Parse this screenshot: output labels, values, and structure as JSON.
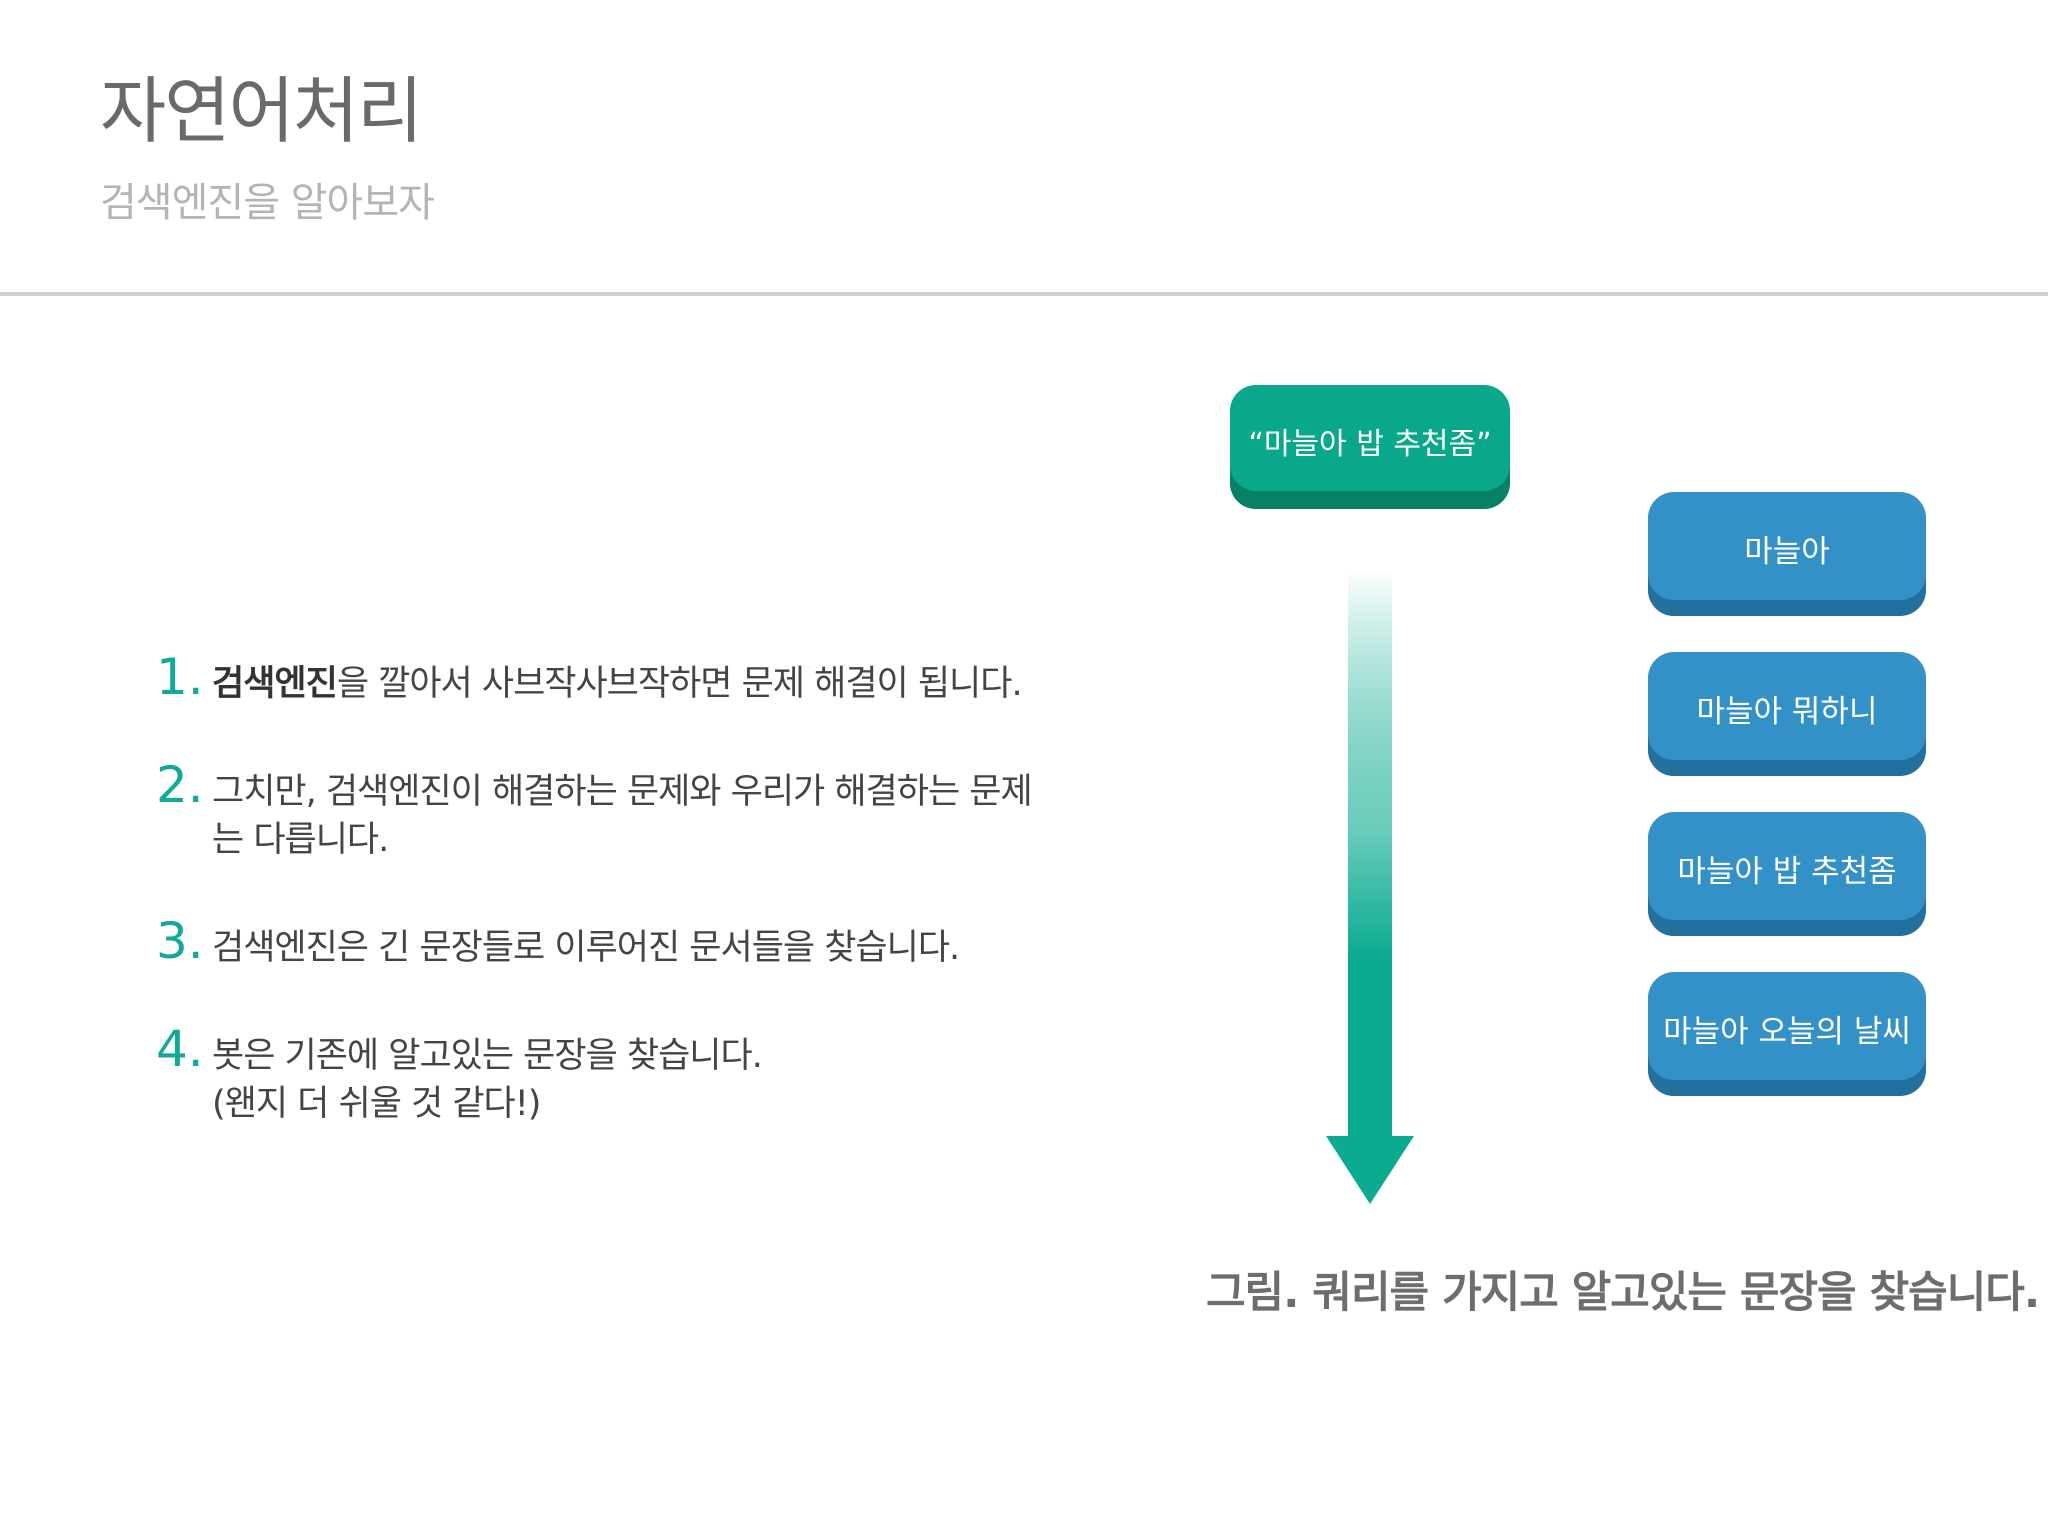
{
  "header": {
    "title": "자연어처리",
    "subtitle": "검색엔진을 알아보자"
  },
  "list": [
    {
      "number": "1.",
      "bold": "검색엔진",
      "text": "을 깔아서 사브작사브작하면 문제 해결이 됩니다."
    },
    {
      "number": "2.",
      "line1": "그치만, 검색엔진이 해결하는 문제와 우리가 해결하는 문제",
      "line2": "는 다릅니다."
    },
    {
      "number": "3.",
      "text": "검색엔진은 긴 문장들로 이루어진 문서들을 찾습니다."
    },
    {
      "number": "4.",
      "line1": "봇은 기존에 알고있는 문장을 찾습니다.",
      "line2": "(왠지 더 쉬울 것 같다!)"
    }
  ],
  "diagram": {
    "query": "“마늘아 밥 추천좀”",
    "candidates": [
      "마늘아",
      "마늘아 뭐하니",
      "마늘아 밥 추천좀",
      "마늘아 오늘의 날씨"
    ],
    "caption": "그림. 쿼리를 가지고 알고있는 문장을 찾습니다.",
    "colors": {
      "query": "#0aa88a",
      "candidate": "#3491c8",
      "arrow": "#0aab90"
    }
  }
}
